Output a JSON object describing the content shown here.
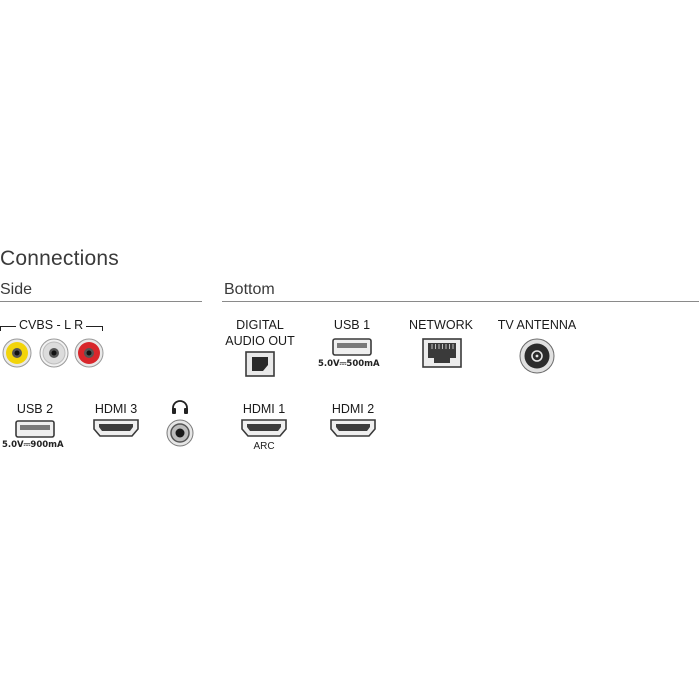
{
  "title": "Connections",
  "sections": {
    "side": "Side",
    "bottom": "Bottom"
  },
  "side": {
    "cvbs_label": "CVBS - L R",
    "usb2": {
      "label": "USB 2",
      "spec": "5.0V⎓900mA"
    },
    "hdmi3": {
      "label": "HDMI 3"
    }
  },
  "bottom": {
    "digital_audio_out": {
      "label_line1": "DIGITAL",
      "label_line2": "AUDIO OUT"
    },
    "usb1": {
      "label": "USB 1",
      "spec": "5.0V⎓500mA"
    },
    "network": {
      "label": "NETWORK"
    },
    "tv_antenna": {
      "label": "TV ANTENNA"
    },
    "hdmi1": {
      "label": "HDMI 1",
      "sublabel": "ARC"
    },
    "hdmi2": {
      "label": "HDMI 2"
    }
  },
  "icons": {
    "rca_yellow": "yellow-rca-jack-icon",
    "rca_white": "white-rca-jack-icon",
    "rca_red": "red-rca-jack-icon",
    "usb": "usb-port-icon",
    "hdmi": "hdmi-port-icon",
    "headphone": "headphone-icon",
    "headphone_jack": "headphone-jack-icon",
    "optical": "optical-port-icon",
    "ethernet": "ethernet-port-icon",
    "antenna": "antenna-port-icon"
  },
  "colors": {
    "rca_yellow": "#f2d40a",
    "rca_white": "#e6e6e6",
    "rca_red": "#d8262b"
  }
}
